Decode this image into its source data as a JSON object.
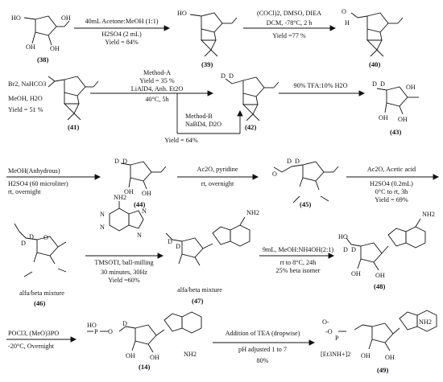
{
  "compounds": {
    "c38": "(38)",
    "c39": "(39)",
    "c40": "(40)",
    "c41": "(41)",
    "c42": "(42)",
    "c43": "(43)",
    "c44": "(44)",
    "c45": "(45)",
    "c46": "(46)",
    "c47": "(47)",
    "c48": "(48)",
    "c14": "(14)",
    "c49": "(49)"
  },
  "mixture_labels": {
    "m46": "alfa/beta mixture",
    "m47": "alfa/beta mixture"
  },
  "steps": {
    "s1": {
      "line1": "40mL Acetone:MeOH (1:1)",
      "line2": "H2SO4 (2 mL)",
      "line3": "Yield = 84%"
    },
    "s2": {
      "line1": "(COCl)2, DMSO, DIEA",
      "line2": "DCM, -78°C, 2 h",
      "line3": "Yield =77 %"
    },
    "s3": {
      "line1": "Br2, NaHCO3",
      "line2": "MeOH, H2O",
      "line3": "Yield = 51 %"
    },
    "s4": {
      "line1": "Method-A",
      "line2": "Yield = 35 %",
      "line3": "LiAlD4, Anh. Et2O",
      "line4": "40°C, 5h",
      "line5": "Method-B",
      "line6": "NaBD4, D2O",
      "line7": "Yield = 64%"
    },
    "s5": {
      "line1": "90% TFA:10% H2O"
    },
    "s6": {
      "line1": "MeOH(Anhydrous)",
      "line2": "H2SO4 (60 microliter)",
      "line3": "rt, overnight"
    },
    "s7": {
      "line1": "Ac2O, pyridine",
      "line2": "rt, overnight"
    },
    "s8": {
      "line1": "Ac2O, Acetic acid",
      "line2": "H2SO4 (0.2mL)",
      "line3": "0°C to rt, 3h",
      "line4": "Yield = 69%"
    },
    "s9": {
      "line1": "TMSOTf, ball-milling",
      "line2": "30 minutes, 30Hz",
      "line3": "Yield =60%"
    },
    "s10": {
      "line1": "9mL, MeOH:NH4OH(2:1)",
      "line2": "rt to 8°C, 24h",
      "line3": "25% beta isomer"
    },
    "s11": {
      "line1": "POCl3, (MeO)3PO",
      "line2": "-20°C, Overnight"
    },
    "s12": {
      "line1": "Addition of TEA (dropwise)",
      "line2": "pH adjusted 1 to 7",
      "line3": "80%"
    }
  },
  "atoms": {
    "ho": "HO",
    "oh": "OH",
    "o": "O",
    "h": "H",
    "d": "D",
    "nh2": "NH2",
    "n": "N",
    "et3nh": "[Et3NH+]2",
    "ominus": "O-",
    "p": "P",
    "ohm": "-O"
  }
}
